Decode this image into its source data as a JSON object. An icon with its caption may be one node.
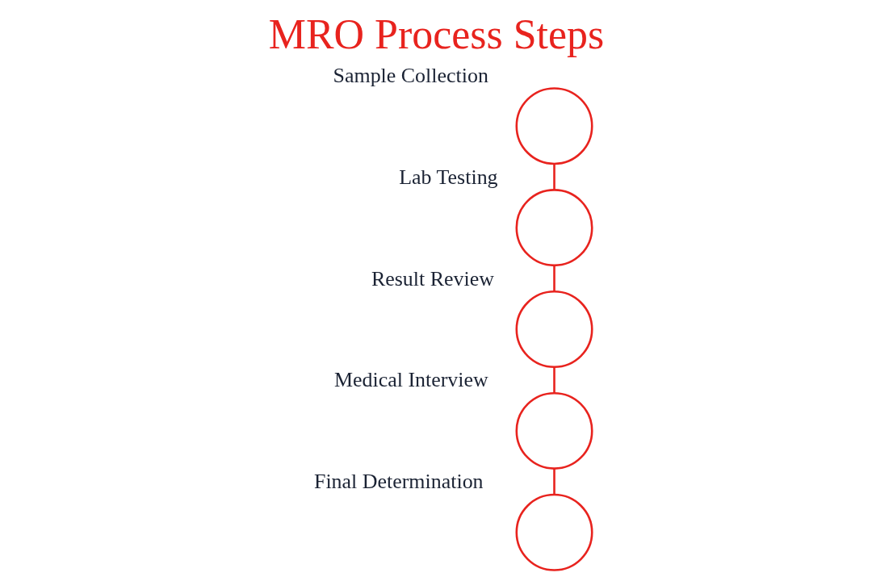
{
  "diagram": {
    "title": "MRO Process Steps",
    "nodes": [
      {
        "text": [
          "Sample Collection"
        ]
      },
      {
        "text": [
          "Lab Testing"
        ]
      },
      {
        "text": [
          "Result Review"
        ]
      },
      {
        "text": [
          "Medical Interview"
        ]
      },
      {
        "text": [
          "Final Determination"
        ]
      }
    ],
    "edges": [
      {
        "from": 0,
        "to": 1,
        "arrow": "none"
      },
      {
        "from": 1,
        "to": 2,
        "arrow": "none"
      },
      {
        "from": 2,
        "to": 3,
        "arrow": "none"
      },
      {
        "from": 3,
        "to": 4,
        "arrow": "none"
      }
    ]
  }
}
